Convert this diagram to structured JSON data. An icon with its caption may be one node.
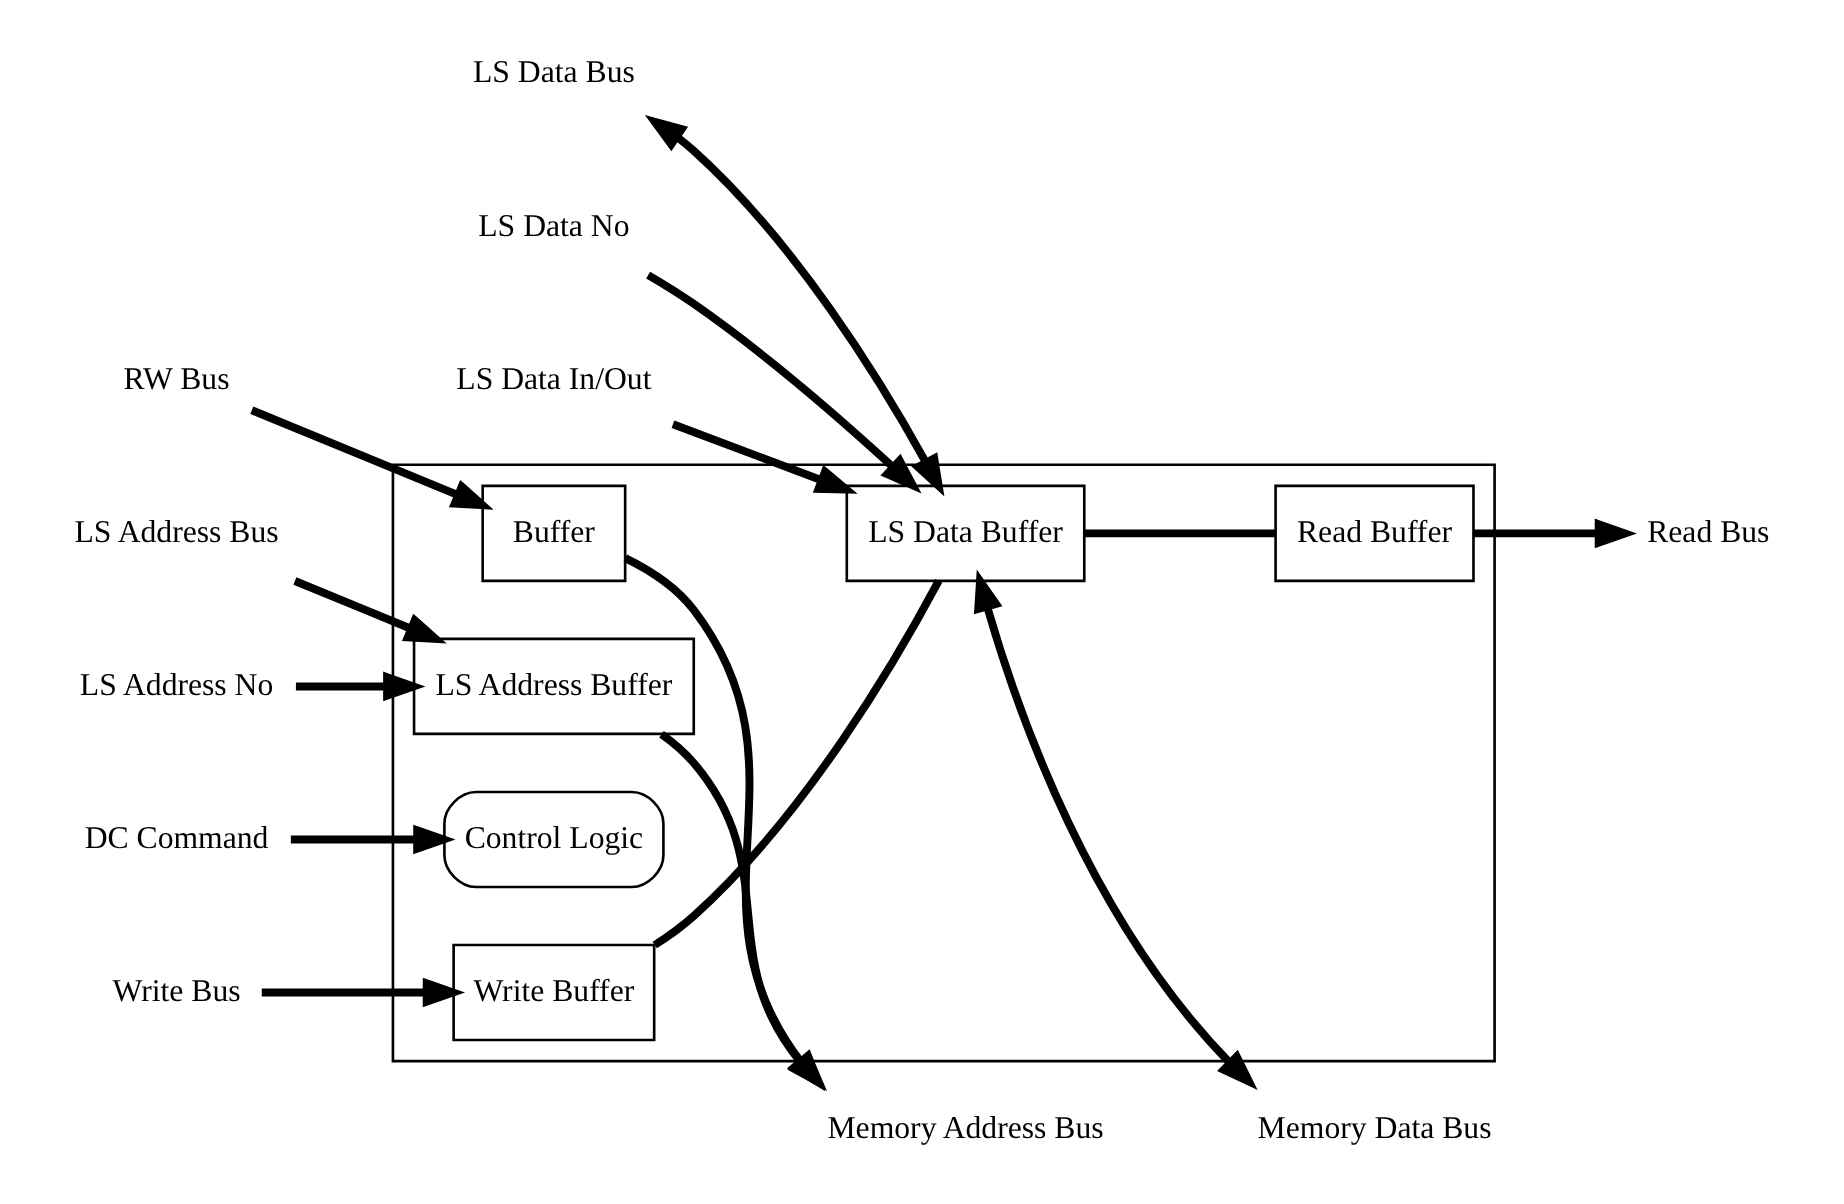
{
  "diagram": {
    "nodes": [
      {
        "text": [],
        "shape": "box"
      },
      {
        "text": [
          "RW Bus"
        ]
      },
      {
        "text": [
          "Buffer"
        ],
        "in": 0
      },
      {
        "text": [
          "Memory Address Bus"
        ]
      },
      {
        "text": [
          "Memory Data Bus"
        ]
      },
      {
        "text": [
          "LS Address Bus"
        ]
      },
      {
        "text": [
          "LS Address No"
        ]
      },
      {
        "text": [
          "LS Address Buffer"
        ],
        "in": 0
      },
      {
        "text": [
          "LS Data Bus"
        ]
      },
      {
        "text": [
          "LS Data No"
        ]
      },
      {
        "text": [
          "LS Data In/Out"
        ]
      },
      {
        "text": [
          "LS Data Buffer"
        ],
        "in": 0
      },
      {
        "text": [
          "DC Command"
        ]
      },
      {
        "text": [
          "Control Logic"
        ],
        "in": 0
      },
      {
        "text": [
          "Read Buffer"
        ],
        "in": 0
      },
      {
        "text": [
          "Write Buffer"
        ],
        "in": 0
      },
      {
        "text": [
          "Read Bus"
        ]
      },
      {
        "text": [
          "Write Bus"
        ]
      }
    ],
    "edges": [
      {
        "from": 1,
        "to": 2,
        "arrow": "to"
      },
      {
        "from": 2,
        "to": 3,
        "arrow": "to"
      },
      {
        "from": 5,
        "to": 7,
        "arrow": "to"
      },
      {
        "from": 6,
        "to": 7,
        "arrow": "to"
      },
      {
        "from": 7,
        "to": 3,
        "arrow": "to"
      },
      {
        "from": 8,
        "to": 11,
        "arrow": "both"
      },
      {
        "from": 9,
        "to": 11,
        "arrow": "to"
      },
      {
        "from": 10,
        "to": 11,
        "arrow": "to"
      },
      {
        "from": 12,
        "to": 13,
        "arrow": "to"
      },
      {
        "from": 11,
        "to": 4,
        "arrow": "both"
      },
      {
        "from": 11,
        "to": 14,
        "arrow": "none"
      },
      {
        "from": 15,
        "to": 11,
        "arrow": "none"
      },
      {
        "from": 14,
        "to": 16,
        "arrow": "to"
      },
      {
        "from": 17,
        "to": 15,
        "arrow": "to"
      }
    ]
  }
}
